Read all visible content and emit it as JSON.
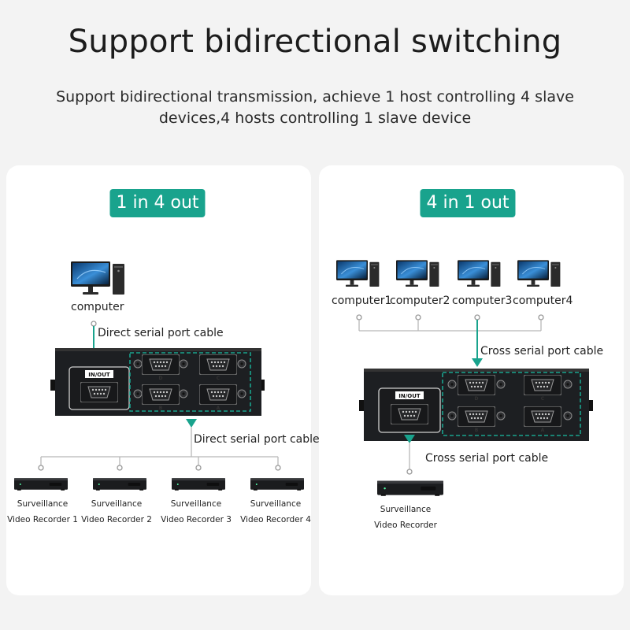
{
  "header": {
    "title": "Support bidirectional switching",
    "subtitle_line1": "Support bidirectional transmission, achieve 1 host controlling 4 slave",
    "subtitle_line2": "devices,4 hosts controlling 1 slave device"
  },
  "colors": {
    "accent": "#19a38d",
    "card_bg": "#ffffff",
    "page_bg": "#f3f3f3",
    "switch_body": "#1d1f22"
  },
  "left_panel": {
    "badge": "1 in 4 out",
    "computer_label": "computer",
    "cable_top": "Direct serial port cable",
    "cable_bottom": "Direct serial port cable",
    "in_out_label": "IN/OUT",
    "port_letters": [
      "D",
      "C",
      "B",
      "A"
    ],
    "devices": [
      {
        "line1": "Surveillance",
        "line2": "Video Recorder 1"
      },
      {
        "line1": "Surveillance",
        "line2": "Video Recorder 2"
      },
      {
        "line1": "Surveillance",
        "line2": "Video Recorder 3"
      },
      {
        "line1": "Surveillance",
        "line2": "Video Recorder 4"
      }
    ]
  },
  "right_panel": {
    "badge": "4 in 1 out",
    "computers": [
      "computer1",
      "computer2",
      "computer3",
      "computer4"
    ],
    "cable_top": "Cross serial port cable",
    "cable_bottom": "Cross serial port cable",
    "in_out_label": "IN/OUT",
    "port_letters": [
      "D",
      "C",
      "B",
      "A"
    ],
    "device": {
      "line1": "Surveillance",
      "line2": "Video Recorder"
    }
  },
  "icons": [
    "computer-icon",
    "serial-switch-icon",
    "db9-port-icon",
    "video-recorder-icon",
    "arrow-down-icon"
  ]
}
